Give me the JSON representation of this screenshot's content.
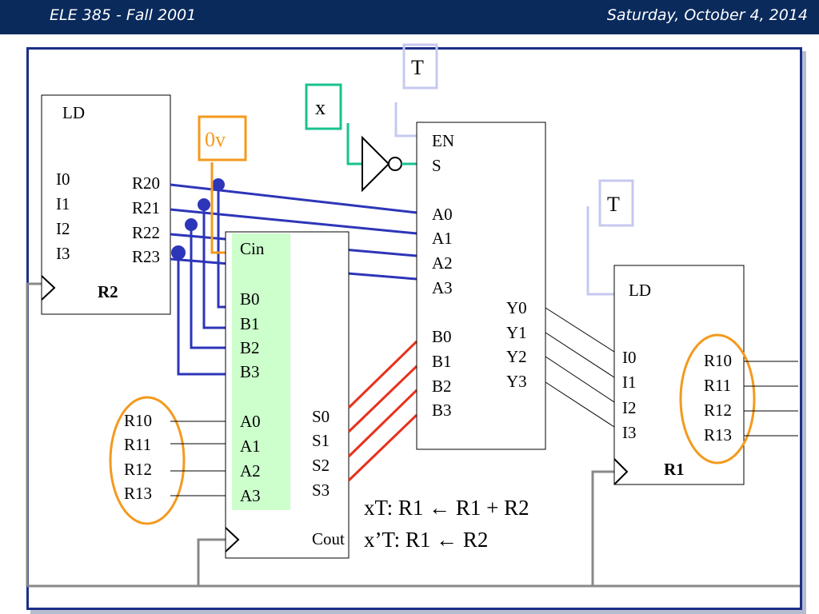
{
  "header": {
    "course": "ELE 385  - Fall 2001",
    "date": "Saturday, October 4, 2014"
  },
  "colors": {
    "header_bg": "#0a2a5c",
    "blue_wire": "#2d35b8",
    "red_wire": "#e8301c",
    "orange": "#f39a1e",
    "teal": "#19c28e",
    "lavender": "#c6c8f0",
    "green_fill": "#ccffcc"
  },
  "labels": {
    "x_signal": "x",
    "t_signal_top": "T",
    "t_signal_right": "T",
    "zero_volt": "0v"
  },
  "r2": {
    "ld": "LD",
    "inputs": [
      "I0",
      "I1",
      "I2",
      "I3"
    ],
    "outputs": [
      "R20",
      "R21",
      "R22",
      "R23"
    ],
    "name": "R2"
  },
  "adder": {
    "cin": "Cin",
    "b_inputs": [
      "B0",
      "B1",
      "B2",
      "B3"
    ],
    "a_inputs": [
      "A0",
      "A1",
      "A2",
      "A3"
    ],
    "sums": [
      "S0",
      "S1",
      "S2",
      "S3"
    ],
    "cout": "Cout"
  },
  "left_r1_labels": [
    "R10",
    "R11",
    "R12",
    "R13"
  ],
  "mux": {
    "en": "EN",
    "s": "S",
    "a_inputs": [
      "A0",
      "A1",
      "A2",
      "A3"
    ],
    "b_inputs": [
      "B0",
      "B1",
      "B2",
      "B3"
    ],
    "outputs": [
      "Y0",
      "Y1",
      "Y2",
      "Y3"
    ]
  },
  "r1": {
    "ld": "LD",
    "inputs": [
      "I0",
      "I1",
      "I2",
      "I3"
    ],
    "outputs": [
      "R10",
      "R11",
      "R12",
      "R13"
    ],
    "name": "R1"
  },
  "equations": {
    "line1": "xT: R1 ← R1 + R2",
    "line2": "x’T: R1 ← R2"
  }
}
